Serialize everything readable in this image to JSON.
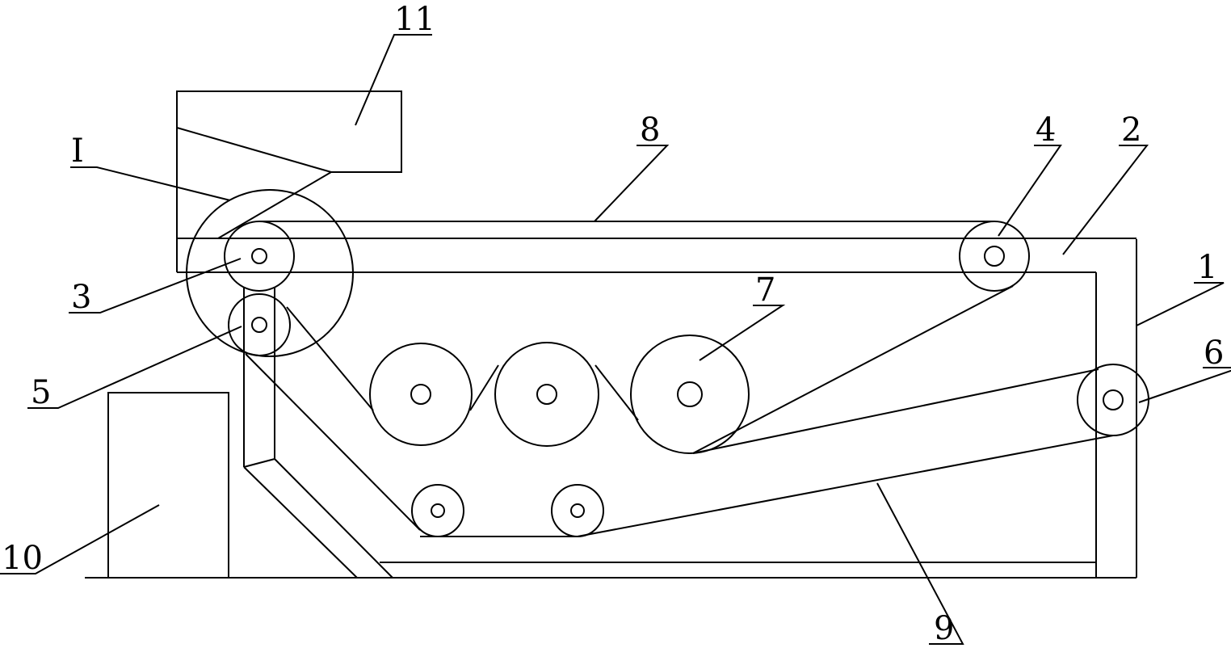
{
  "labels": {
    "frame": "1",
    "rail": "2",
    "roller_3": "3",
    "roller_4": "4",
    "roller_5": "5",
    "roller_6": "6",
    "rollers_7": "7",
    "upper_belt": "8",
    "lower_belt": "9",
    "box_10": "10",
    "hopper_11": "11",
    "detail_I": "I"
  },
  "colors": {
    "line": "#000000",
    "background": "#ffffff"
  }
}
